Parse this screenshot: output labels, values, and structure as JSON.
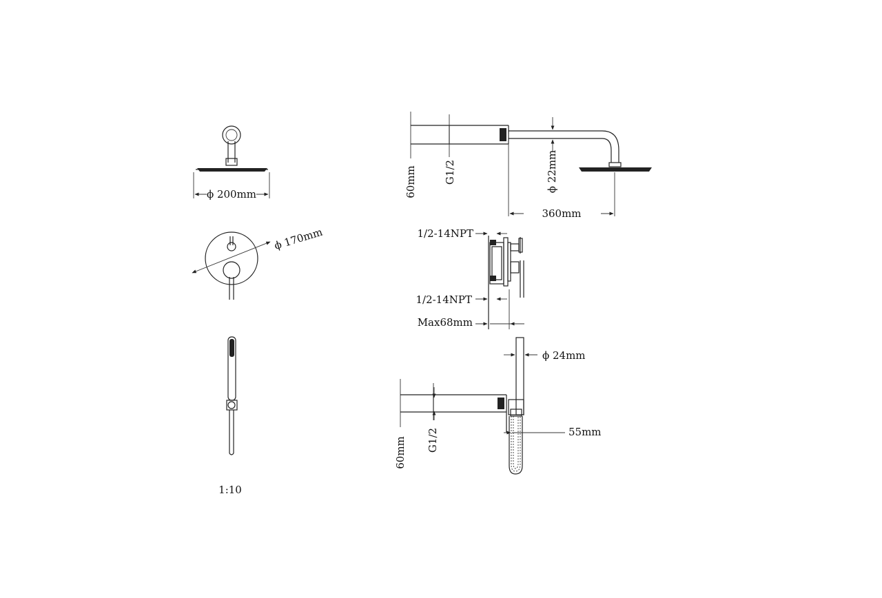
{
  "overhead_shower": {
    "diameter_label": "ϕ 200mm",
    "supply_height_label": "60mm",
    "thread_label": "G1/2",
    "arm_diameter_label": "ϕ 22mm",
    "arm_length_label": "360mm"
  },
  "mixer_valve": {
    "plate_diameter_label": "ϕ 170mm",
    "inlet_top_label": "1/2-14NPT",
    "inlet_bottom_label": "1/2-14NPT",
    "depth_label": "Max68mm"
  },
  "hand_shower": {
    "handle_diameter_label": "ϕ 24mm",
    "supply_height_label": "60mm",
    "thread_label": "G1/2",
    "bracket_label": "55mm"
  },
  "scale_label": "1:10",
  "colors": {
    "line": "#222222",
    "background": "#ffffff"
  }
}
